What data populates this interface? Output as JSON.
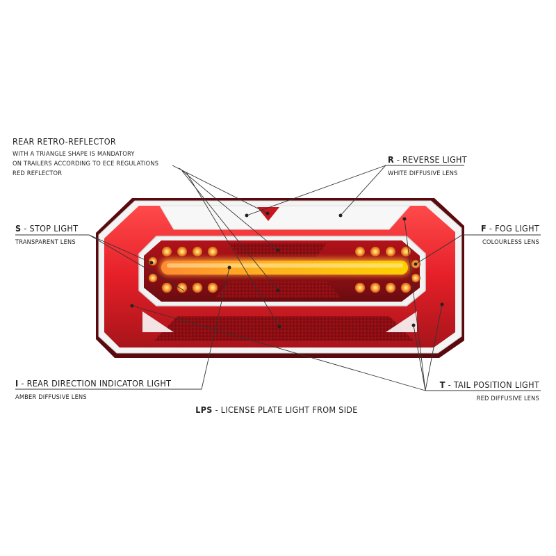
{
  "labels": {
    "rear_retro_reflector": {
      "title": "REAR RETRO-REFLECTOR",
      "line1": "WITH A TRIANGLE SHAPE IS MANDATORY",
      "line2": "ON TRAILERS ACCORDING TO ECE REGULATIONS",
      "line3": "RED REFLECTOR"
    },
    "reverse_light": {
      "code": "R",
      "title": " - REVERSE LIGHT",
      "sub": "WHITE DIFFUSIVE LENS"
    },
    "stop_light": {
      "code": "S",
      "title": " - STOP LIGHT",
      "sub": "TRANSPARENT LENS"
    },
    "fog_light": {
      "code": "F",
      "title": " - FOG LIGHT",
      "sub": "COLOURLESS LENS"
    },
    "direction_indicator": {
      "code": "I",
      "title": " - REAR DIRECTION INDICATOR LIGHT",
      "sub": "AMBER DIFFUSIVE LENS"
    },
    "tail_position": {
      "code": "T",
      "title": " - TAIL POSITION LIGHT",
      "sub": "RED DIFFUSIVE LENS"
    },
    "license_plate": {
      "code": "LPS",
      "title": " - LICENSE PLATE LIGHT FROM SIDE"
    }
  },
  "colors": {
    "lamp_red": "#e8262d",
    "lamp_dark_red": "#8c1016",
    "amber": "#ffb020",
    "housing": "#f2f2f2",
    "leader_line": "#333333"
  }
}
